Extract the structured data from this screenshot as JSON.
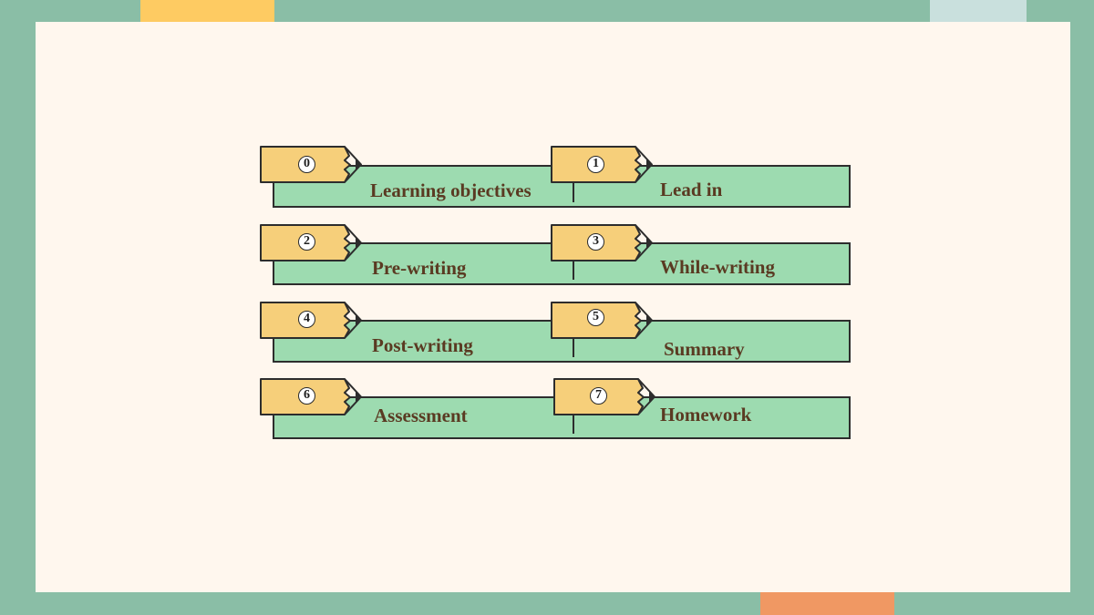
{
  "colors": {
    "frame": "#8abea6",
    "card": "#fff7ee",
    "bar": "#9ddbb0",
    "pencil": "#f6cf7a",
    "text": "#5a3a22",
    "accent_yellow": "#fecb62",
    "accent_blue": "#c9e0dd",
    "accent_orange": "#f09863"
  },
  "agenda": [
    {
      "number": "0",
      "label": "Learning objectives"
    },
    {
      "number": "1",
      "label": "Lead in"
    },
    {
      "number": "2",
      "label": "Pre-writing"
    },
    {
      "number": "3",
      "label": "While-writing"
    },
    {
      "number": "4",
      "label": "Post-writing"
    },
    {
      "number": "5",
      "label": "Summary"
    },
    {
      "number": "6",
      "label": "Assessment"
    },
    {
      "number": "7",
      "label": "Homework"
    }
  ]
}
